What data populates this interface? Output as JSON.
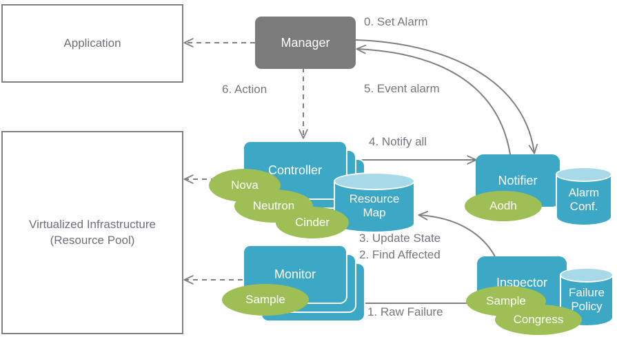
{
  "diagram": {
    "title": "OpenStack Doctor fault management architecture",
    "colors": {
      "teal": "#3CA8C6",
      "teal_light": "#A7D9E8",
      "green": "#9DBF55",
      "gray": "#7B7B7B",
      "outline": "#7F7F7F",
      "label_text": "#73767F",
      "box_text": "#6B7079"
    }
  },
  "boxes": {
    "application": {
      "label": "Application"
    },
    "infrastructure": {
      "line1": "Virtualized  Infrastructure",
      "line2": "(Resource Pool)"
    },
    "manager": {
      "label": "Manager"
    },
    "controller": {
      "label": "Controller"
    },
    "monitor": {
      "label": "Monitor"
    },
    "notifier": {
      "label": "Notifier"
    },
    "inspector": {
      "label": "Inspector"
    }
  },
  "datastores": {
    "resource_map": {
      "line1": "Resource",
      "line2": "Map"
    },
    "alarm_conf": {
      "line1": "Alarm",
      "line2": "Conf."
    },
    "failure_policy": {
      "line1": "Failure",
      "line2": "Policy"
    }
  },
  "components": {
    "nova": "Nova",
    "neutron": "Neutron",
    "cinder": "Cinder",
    "aodh": "Aodh",
    "sample_monitor": "Sample",
    "sample_inspector": "Sample",
    "congress": "Congress"
  },
  "flows": [
    {
      "id": "0",
      "label": "0. Set Alarm",
      "from": "manager",
      "to": "notifier",
      "style": "curved-solid"
    },
    {
      "id": "1",
      "label": "1. Raw Failure",
      "from": "monitor",
      "to": "inspector",
      "style": "straight-line"
    },
    {
      "id": "2",
      "label": "2. Find Affected",
      "from": "inspector",
      "to": "resource-map",
      "style": "curved-solid"
    },
    {
      "id": "3",
      "label": "3. Update State",
      "from": "inspector",
      "to": "resource-map",
      "style": "curved-solid"
    },
    {
      "id": "4",
      "label": "4. Notify all",
      "from": "controller",
      "to": "notifier",
      "style": "straight-arrow"
    },
    {
      "id": "5",
      "label": "5. Event alarm",
      "from": "notifier",
      "to": "manager",
      "style": "curved-solid"
    },
    {
      "id": "6",
      "label": "6. Action",
      "from": "manager",
      "to": "controller",
      "style": "dashed-arrow"
    }
  ],
  "edge_labels": {
    "set_alarm": "0. Set Alarm",
    "event_alarm": "5. Event alarm",
    "notify_all": "4. Notify all",
    "action": "6. Action",
    "update_state": "3. Update State",
    "find_affected": "2. Find Affected",
    "raw_failure": "1. Raw Failure"
  }
}
